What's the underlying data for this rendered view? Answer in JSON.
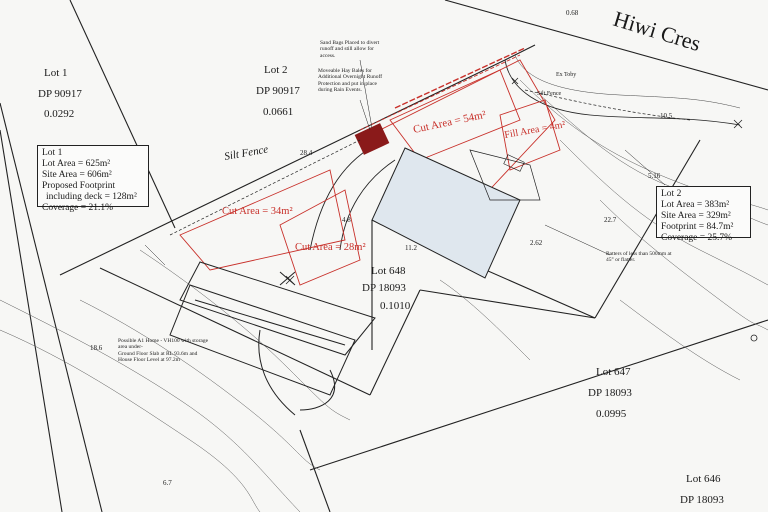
{
  "street": "Hiwi Cres",
  "lots": [
    {
      "lot": "Lot 1",
      "dp": "DP 90917",
      "area": "0.0292"
    },
    {
      "lot": "Lot 2",
      "dp": "DP 90917",
      "area": "0.0661"
    },
    {
      "lot": "Lot 648",
      "dp": "DP 18093",
      "area": "0.1010"
    },
    {
      "lot": "Lot 647",
      "dp": "DP 18093",
      "area": "0.0995"
    },
    {
      "lot": "Lot 646",
      "dp": "DP 18093"
    }
  ],
  "box_lot1": {
    "title": "Lot 1",
    "lot_area": "Lot Area = 625m²",
    "site_area": "Site Area = 606m²",
    "footprint": "Proposed Footprint",
    "deck": "including deck = 128m²",
    "coverage": "Coverage = 21.1%"
  },
  "box_lot2": {
    "title": "Lot 2",
    "lot_area": "Lot Area = 383m²",
    "site_area": "Site Area = 329m²",
    "footprint": "Footprint = 84.7m²",
    "coverage": "Coverage = 25.7%"
  },
  "cut_fill": [
    {
      "label": "Cut Area = 54m²"
    },
    {
      "label": "Fill Area = 4m²"
    },
    {
      "label": "Cut Area = 34m²"
    },
    {
      "label": "Cut Area = 28m²"
    }
  ],
  "notes": {
    "sandbags": [
      "Sand Bags Placed to divert",
      "runoff and still allow for",
      "access."
    ],
    "haybales": [
      "Moveable Hay Bales for",
      "Additional Overnight Runoff",
      "Protection and put in place",
      "during Rain Events."
    ],
    "batters": [
      "Batters of less than 500mm at",
      "45° or flatter."
    ],
    "home": [
      "Possible A1 Home - VH100 with storage",
      "area under-",
      "Ground Floor Slab at RL 93.6m and",
      "House Floor Level at 97.2m"
    ],
    "silt_fence_hand": "Silt Fence",
    "silt_fence": "Silt Fence",
    "ex_toby": "Ex Toby"
  },
  "dims": {
    "d284": "28.4",
    "d105": "10.5",
    "d112": "11.2",
    "d48": "4.8",
    "d262": "2.62",
    "d227": "22.7",
    "d186": "18.6",
    "d67": "6.7",
    "d516": "5.16",
    "d89": "0.68"
  },
  "colors": {
    "ink": "#1a1a1a",
    "red": "#c8302a",
    "fill_house": "#dfe7ee",
    "hatch": "#8a1a1a"
  }
}
